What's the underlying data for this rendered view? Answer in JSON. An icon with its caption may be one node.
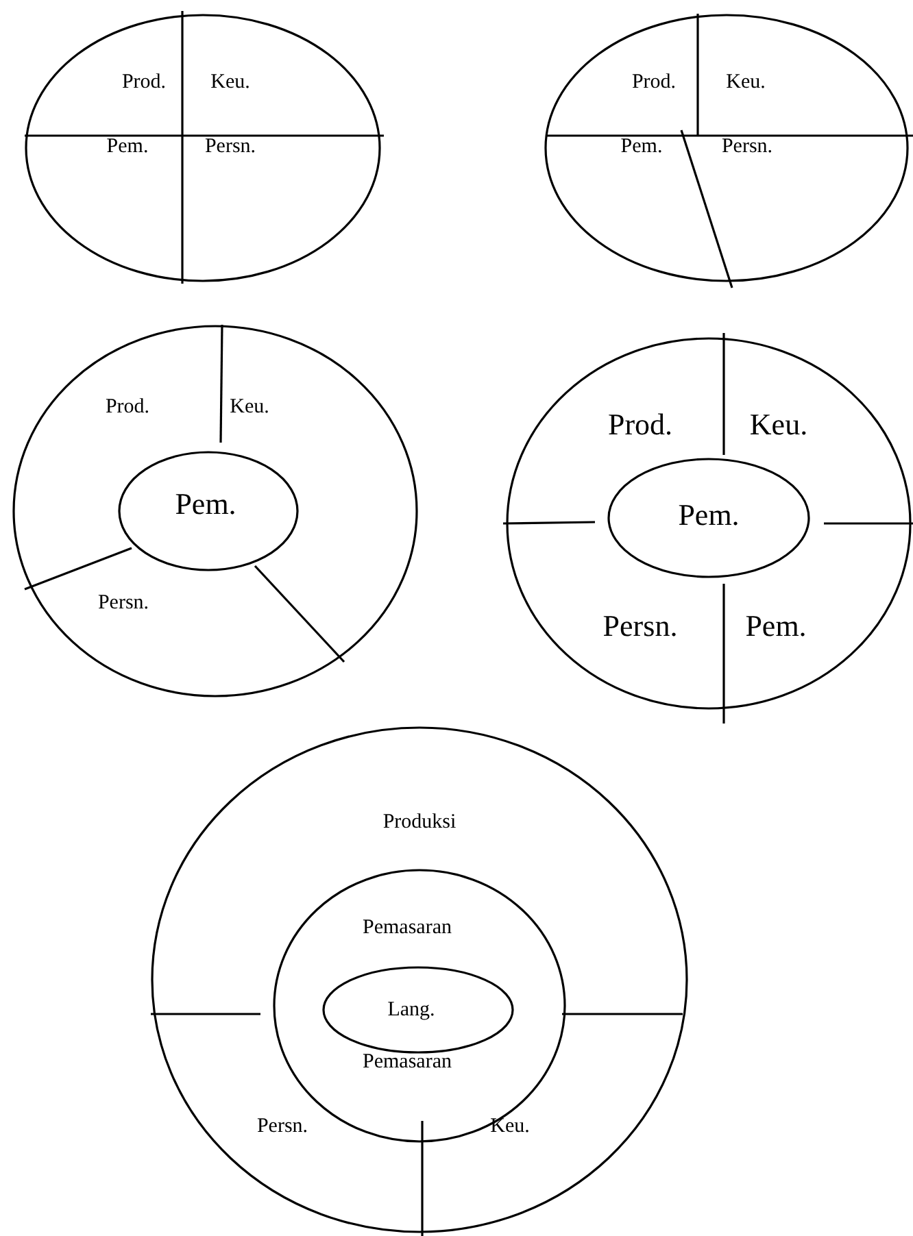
{
  "diagram": {
    "nodes": [
      {
        "text": [
          "Prod.",
          "Keu.",
          "Pem.",
          "Persn."
        ]
      },
      {
        "text": [
          "Prod.",
          "Keu.",
          "Pem.",
          "Persn."
        ]
      },
      {
        "text": [
          "Prod.",
          "Keu.",
          "Persn."
        ]
      },
      {
        "text": [
          "Pem."
        ],
        "in": 2
      },
      {
        "text": [
          "Prod.",
          "Keu.",
          "Persn.",
          "Pem."
        ]
      },
      {
        "text": [
          "Pem."
        ],
        "in": 4
      },
      {
        "text": [
          "Produksi",
          "Persn.",
          "Keu."
        ]
      },
      {
        "text": [
          "Pemasaran",
          "Pemasaran"
        ],
        "in": 6
      },
      {
        "text": [
          "Lang."
        ],
        "in": 7
      }
    ]
  }
}
